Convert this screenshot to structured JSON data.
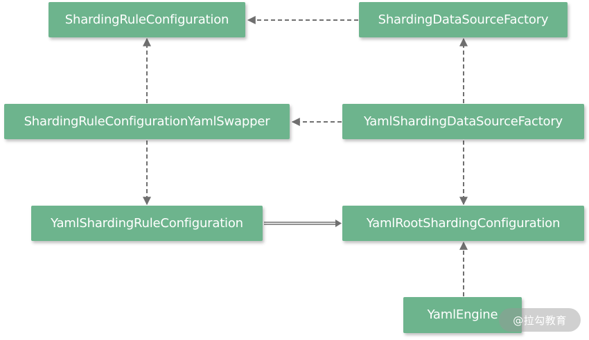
{
  "nodes": {
    "sharding_rule_configuration": "ShardingRuleConfiguration",
    "sharding_data_source_factory": "ShardingDataSourceFactory",
    "sharding_rule_configuration_yaml_swapper": "ShardingRuleConfigurationYamlSwapper",
    "yaml_sharding_data_source_factory": "YamlShardingDataSourceFactory",
    "yaml_sharding_rule_configuration": "YamlShardingRuleConfiguration",
    "yaml_root_sharding_configuration": "YamlRootShardingConfiguration",
    "yaml_engine": "YamlEngine"
  },
  "watermark": "@拉勾教育",
  "colors": {
    "node_fill": "#6db48d",
    "node_text": "#ffffff",
    "arrow": "#707070"
  }
}
